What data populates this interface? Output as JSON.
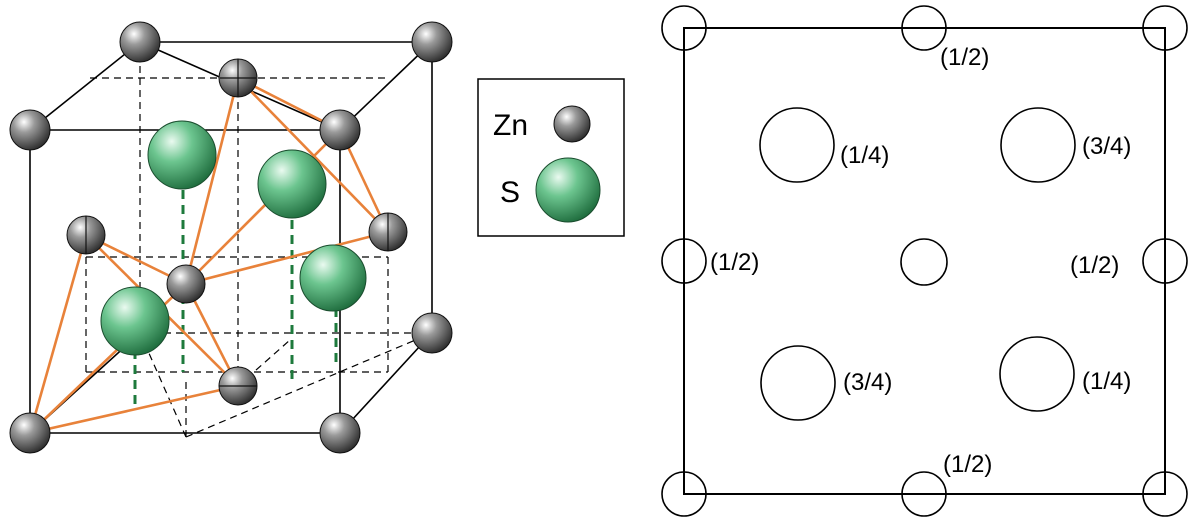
{
  "legend": {
    "zn_label": "Zn",
    "s_label": "S"
  },
  "projection_labels": {
    "top_mid": "(1/2)",
    "bottom_mid": "(1/2)",
    "left_mid": "(1/2)",
    "right_mid": "(1/2)",
    "s_upper_left": "(1/4)",
    "s_upper_right": "(3/4)",
    "s_lower_left": "(3/4)",
    "s_lower_right": "(1/4)"
  },
  "colors": {
    "zn_atom": "#4a4a4a",
    "s_atom": "#2e8a52",
    "bond": "#e8823a",
    "dashed_bond": "#1e7a3c",
    "line": "#000000"
  }
}
